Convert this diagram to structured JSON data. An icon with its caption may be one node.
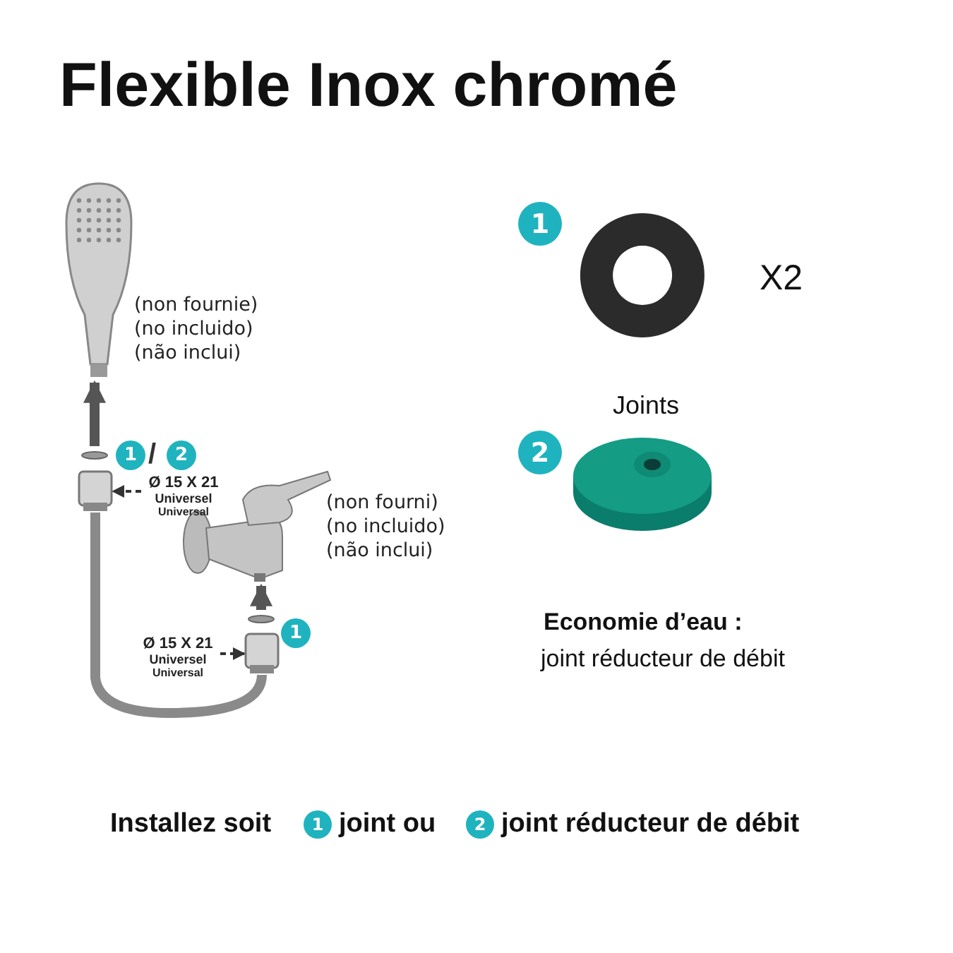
{
  "diagram": {
    "title": "Flexible Inox chromé",
    "nodes": [
      {
        "text": [],
        "shape": "picture",
        "beside": [
          "(non fournie)",
          "(no incluido)",
          "(não inclui)"
        ]
      },
      {
        "text": [
          "1"
        ]
      },
      {
        "text": [
          "2"
        ]
      },
      {
        "text": [],
        "shape": "circle"
      },
      {
        "text": [],
        "shape": "box"
      },
      {
        "text": [
          "Ø 15 X 21",
          "Universel",
          "Universal"
        ]
      },
      {
        "text": [],
        "shape": "picture",
        "beside": [
          "(non fourni)",
          "(no incluido)",
          "(não inclui)"
        ]
      },
      {
        "text": [],
        "shape": "circle"
      },
      {
        "text": [
          "1"
        ]
      },
      {
        "text": [],
        "shape": "box"
      },
      {
        "text": [
          "Ø 15 X 21",
          "Universel",
          "Universal"
        ]
      },
      {
        "text": [
          "1"
        ]
      },
      {
        "text": [],
        "shape": "picture",
        "beside": [
          "X2"
        ]
      },
      {
        "text": [
          "2"
        ]
      },
      {
        "text": [],
        "shape": "picture"
      },
      {
        "text": [
          "1"
        ]
      },
      {
        "text": [
          "2"
        ]
      }
    ],
    "edges": [
      {
        "from": 3,
        "to": 0,
        "arrow": "to"
      },
      {
        "from": 5,
        "to": 4,
        "arrow": "to",
        "style": "dashed"
      },
      {
        "from": 7,
        "to": 6,
        "arrow": "to"
      },
      {
        "from": 10,
        "to": 9,
        "arrow": "to",
        "style": "dashed"
      },
      {
        "from": 4,
        "to": 9,
        "arrow": "none",
        "color": "#8a8a8a"
      }
    ],
    "labels": [
      "/",
      "Joints",
      "Economie d’eau :",
      "joint réducteur de débit",
      "Installez soit",
      "joint ou",
      "joint réducteur de débit"
    ]
  }
}
